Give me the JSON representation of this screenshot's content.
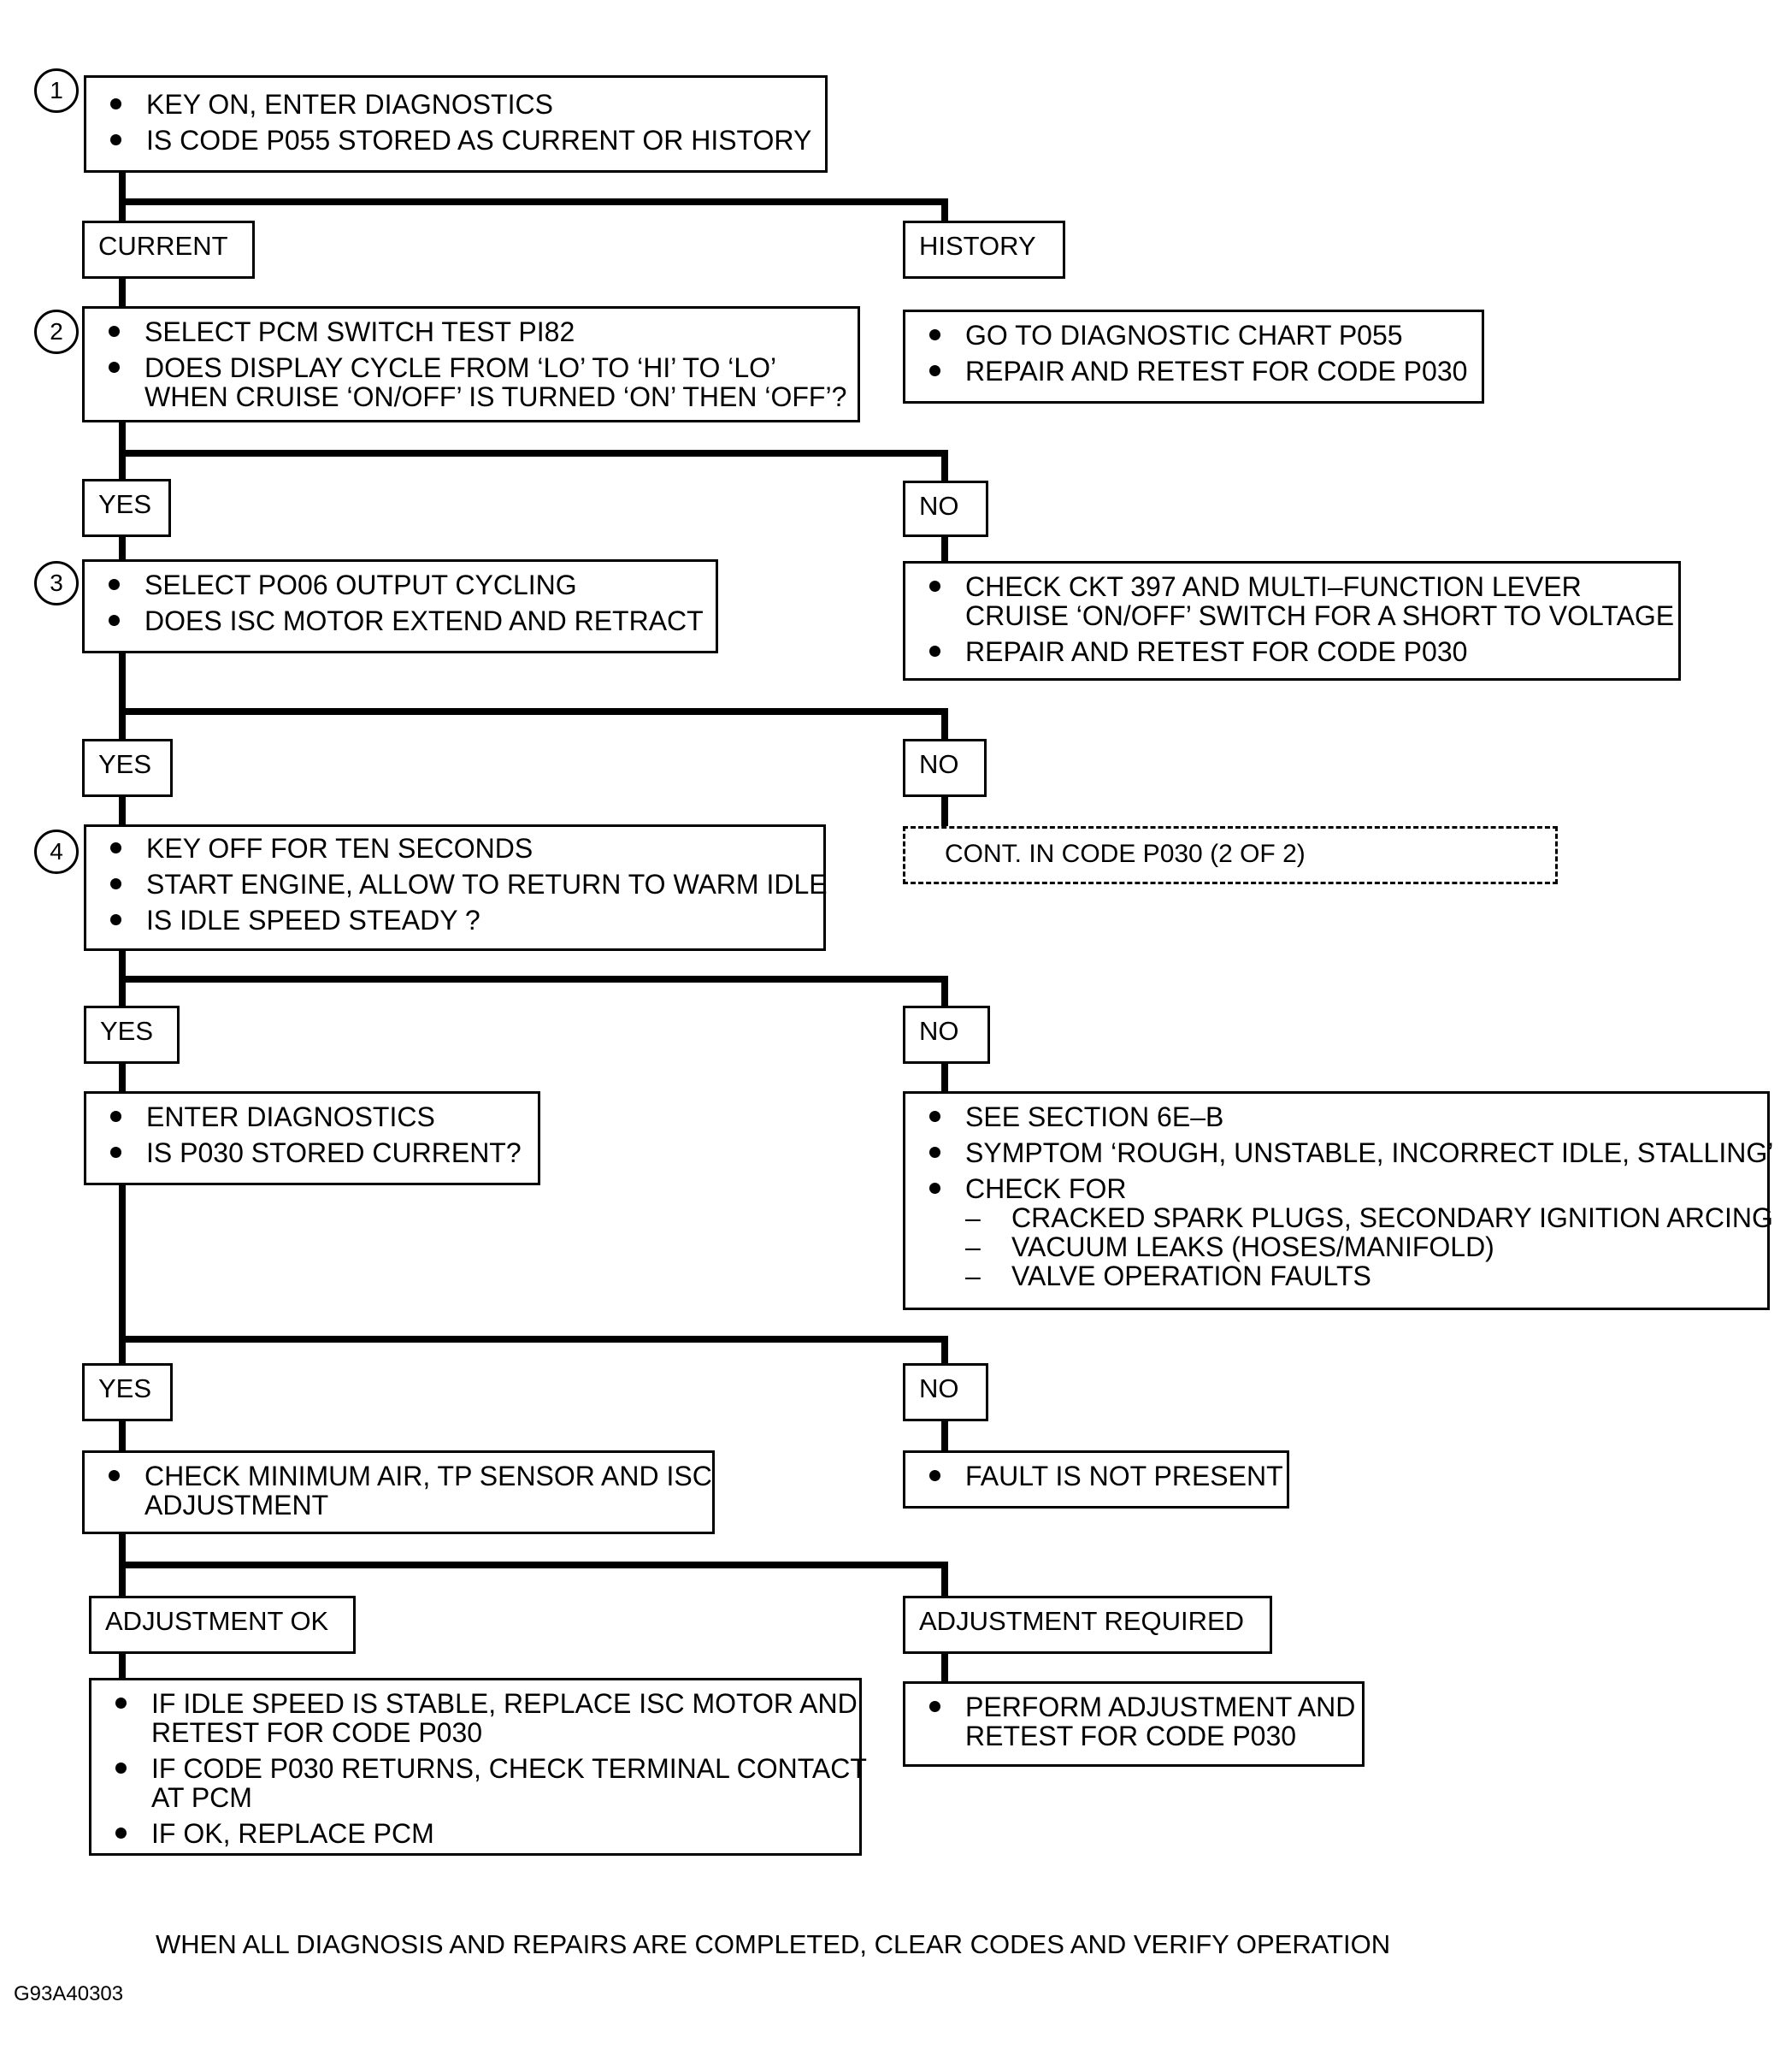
{
  "steps": {
    "s1": {
      "number": "1",
      "lines": [
        "KEY ON, ENTER DIAGNOSTICS",
        "IS CODE P055 STORED AS CURRENT OR HISTORY"
      ]
    },
    "s2": {
      "number": "2",
      "lines": [
        "SELECT PCM SWITCH TEST PI82",
        "DOES DISPLAY CYCLE FROM ‘LO’ TO ‘HI’ TO ‘LO’",
        "WHEN CRUISE ‘ON/OFF’ IS TURNED ‘ON’ THEN ‘OFF’?"
      ]
    },
    "s3": {
      "number": "3",
      "lines": [
        "SELECT PO06 OUTPUT CYCLING",
        "DOES ISC MOTOR EXTEND AND RETRACT"
      ]
    },
    "s4": {
      "number": "4",
      "lines": [
        "KEY OFF FOR TEN SECONDS",
        "START ENGINE, ALLOW TO RETURN TO WARM IDLE",
        "IS IDLE SPEED STEADY ?"
      ]
    }
  },
  "labels": {
    "current": "CURRENT",
    "history": "HISTORY",
    "yes": "YES",
    "no": "NO",
    "adj_ok": "ADJUSTMENT OK",
    "adj_req": "ADJUSTMENT REQUIRED"
  },
  "boxes": {
    "history_action": [
      "GO TO DIAGNOSTIC CHART P055",
      "REPAIR AND RETEST FOR CODE P030"
    ],
    "no2_action": [
      "CHECK CKT 397 AND MULTI–FUNCTION LEVER",
      "CRUISE ‘ON/OFF’ SWITCH FOR A SHORT TO VOLTAGE",
      "REPAIR AND RETEST FOR CODE P030"
    ],
    "cont": "CONT. IN CODE P030 (2 OF 2)",
    "yes4": [
      "ENTER DIAGNOSTICS",
      "IS P030 STORED CURRENT?"
    ],
    "no4": {
      "items": [
        "SEE SECTION 6E–B",
        "SYMPTOM ‘ROUGH, UNSTABLE, INCORRECT IDLE, STALLING’",
        "CHECK FOR"
      ],
      "sub": [
        "CRACKED SPARK PLUGS, SECONDARY IGNITION ARCING",
        "VACUUM LEAKS (HOSES/MANIFOLD)",
        "VALVE   OPERATION FAULTS"
      ]
    },
    "yes5": [
      "CHECK MINIMUM AIR, TP SENSOR AND ISC",
      "ADJUSTMENT"
    ],
    "no5": "FAULT IS NOT PRESENT",
    "adj_ok_box": [
      "IF IDLE SPEED IS STABLE, REPLACE ISC MOTOR AND",
      "RETEST FOR CODE P030",
      "IF CODE P030 RETURNS, CHECK TERMINAL CONTACT",
      "AT PCM",
      "IF OK, REPLACE PCM"
    ],
    "adj_req_box": [
      "PERFORM ADJUSTMENT AND",
      "RETEST FOR CODE P030"
    ]
  },
  "footer": "WHEN ALL DIAGNOSIS AND REPAIRS ARE COMPLETED, CLEAR CODES AND VERIFY OPERATION",
  "figure_id": "G93A40303"
}
